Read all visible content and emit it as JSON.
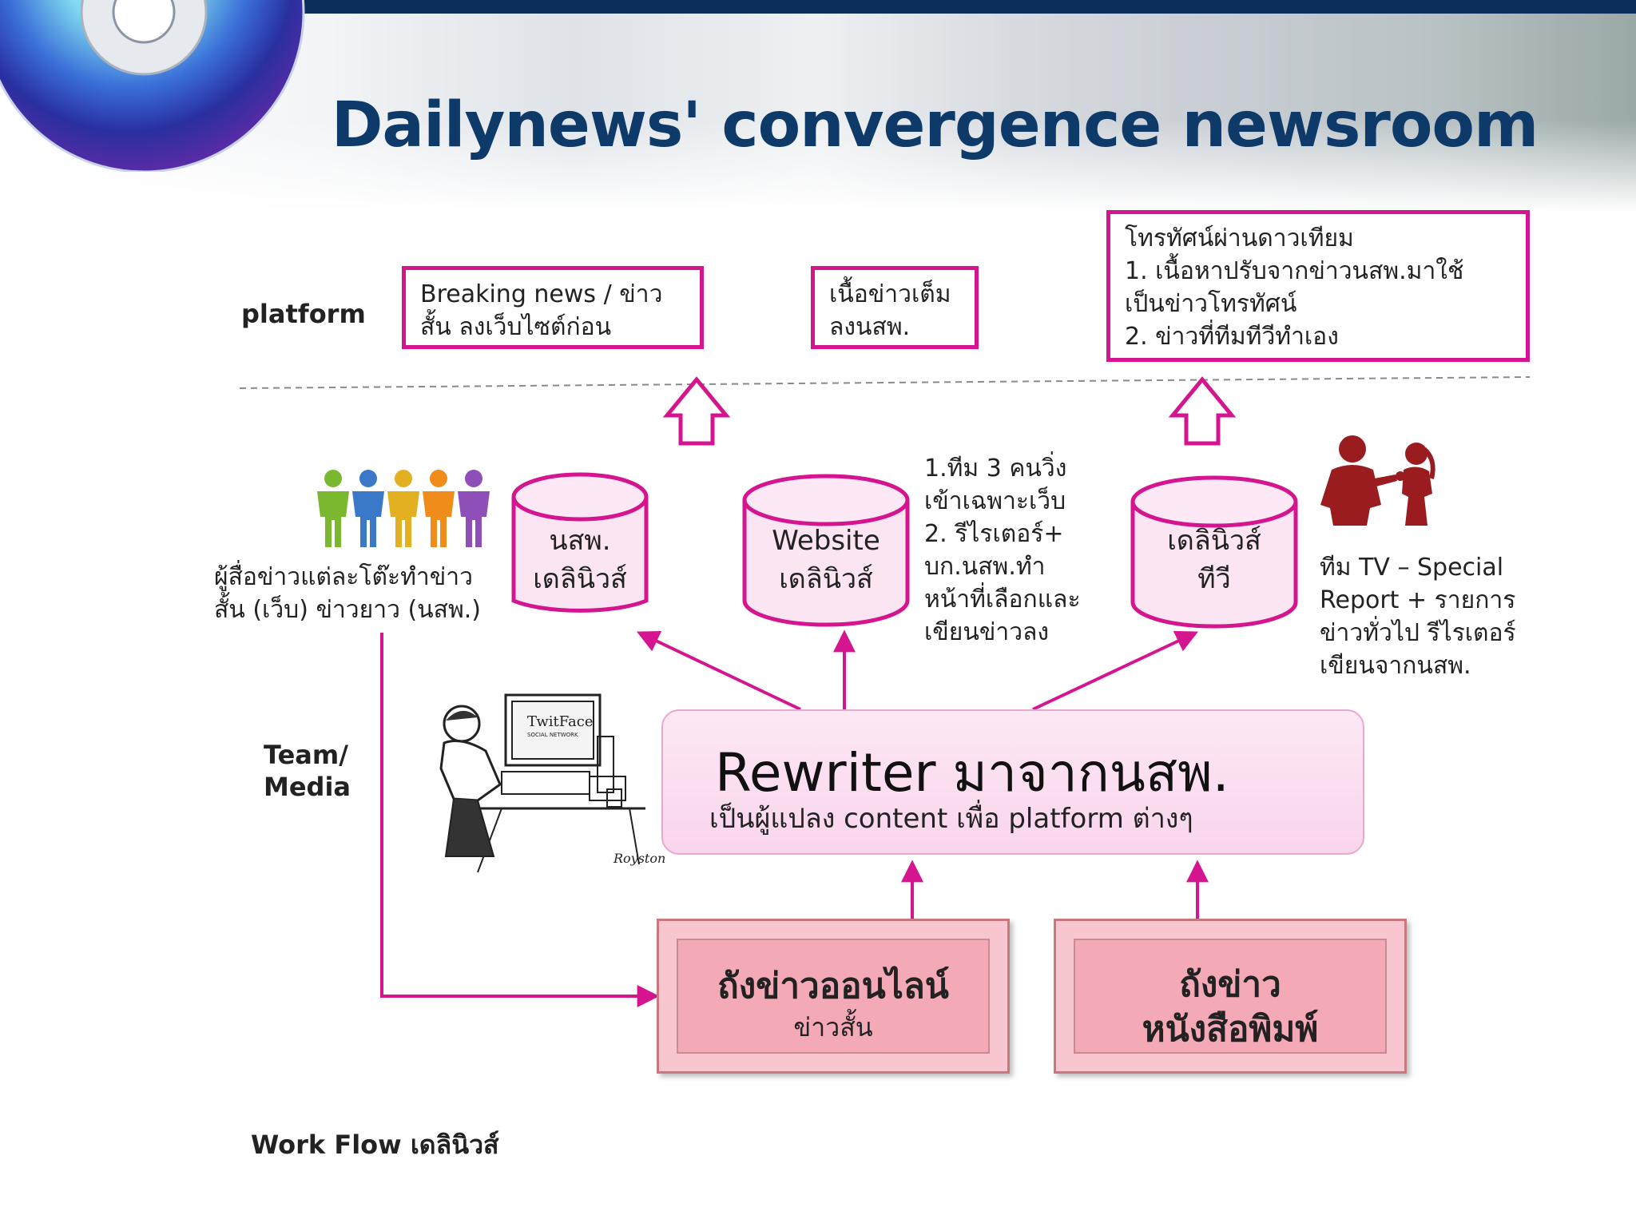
{
  "title": "Dailynews' convergence newsroom",
  "row_labels": {
    "platform": "platform",
    "team_media_line1": "Team/",
    "team_media_line2": "Media"
  },
  "platform_boxes": [
    {
      "lines": [
        "Breaking news / ข่าว",
        "สั้น ลงเว็บไซต์ก่อน"
      ]
    },
    {
      "lines": [
        "เนื้อข่าวเต็ม",
        "ลงนสพ."
      ]
    },
    {
      "lines": [
        "โทรทัศน์ผ่านดาวเทียม",
        "1. เนื้อหาปรับจากข่าวนสพ.มาใช้",
        "เป็นข่าวโทรทัศน์",
        "2. ข่าวที่ทีมทีวีทำเอง"
      ]
    }
  ],
  "databases": [
    {
      "lines": [
        "นสพ.",
        "เดลินิวส์"
      ]
    },
    {
      "lines": [
        "Website",
        "เดลินิวส์"
      ]
    },
    {
      "lines": [
        "เดลินิวส์",
        "ทีวี"
      ]
    }
  ],
  "notes": {
    "people": [
      "ผู้สื่อข่าวแต่ละโต๊ะทำข่าว",
      "สั้น (เว็บ) ข่าวยาว (นสพ.)"
    ],
    "website_team": [
      "1.ทีม 3 คนวิ่ง",
      "เข้าเฉพาะเว็บ",
      "2. รีไรเตอร์+",
      "บก.นสพ.ทำ",
      "หน้าที่เลือกและ",
      "เขียนข่าวลง"
    ],
    "tv_team": [
      "ทีม TV – Special",
      "Report + รายการ",
      "ข่าวทั่วไป รีไรเตอร์",
      "เขียนจากนสพ."
    ]
  },
  "rewriter": {
    "title": "Rewriter มาจากนสพ.",
    "subtitle": "เป็นผู้แปลง content เพื่อ platform ต่างๆ"
  },
  "cartoon": {
    "screen_text": "TwitFace",
    "screen_subtext": "SOCIAL NETWORK",
    "signature": "Royston"
  },
  "sources": [
    {
      "title": "ถังข่าวออนไลน์",
      "subtitle": "ข่าวสั้น"
    },
    {
      "title_line1": "ถังข่าว",
      "title_line2": "หนังสือพิมพ์"
    }
  ],
  "footer": "Work Flow เดลินิวส์",
  "colors": {
    "accent": "#d4158f",
    "title": "#0e3a6a",
    "rewriter_fill": "#fbdff0",
    "source_fill": "#f4a9b7"
  },
  "people_colors": [
    "#7ab82f",
    "#3a79c8",
    "#e2b020",
    "#ef8c1a",
    "#8e4fb8"
  ]
}
